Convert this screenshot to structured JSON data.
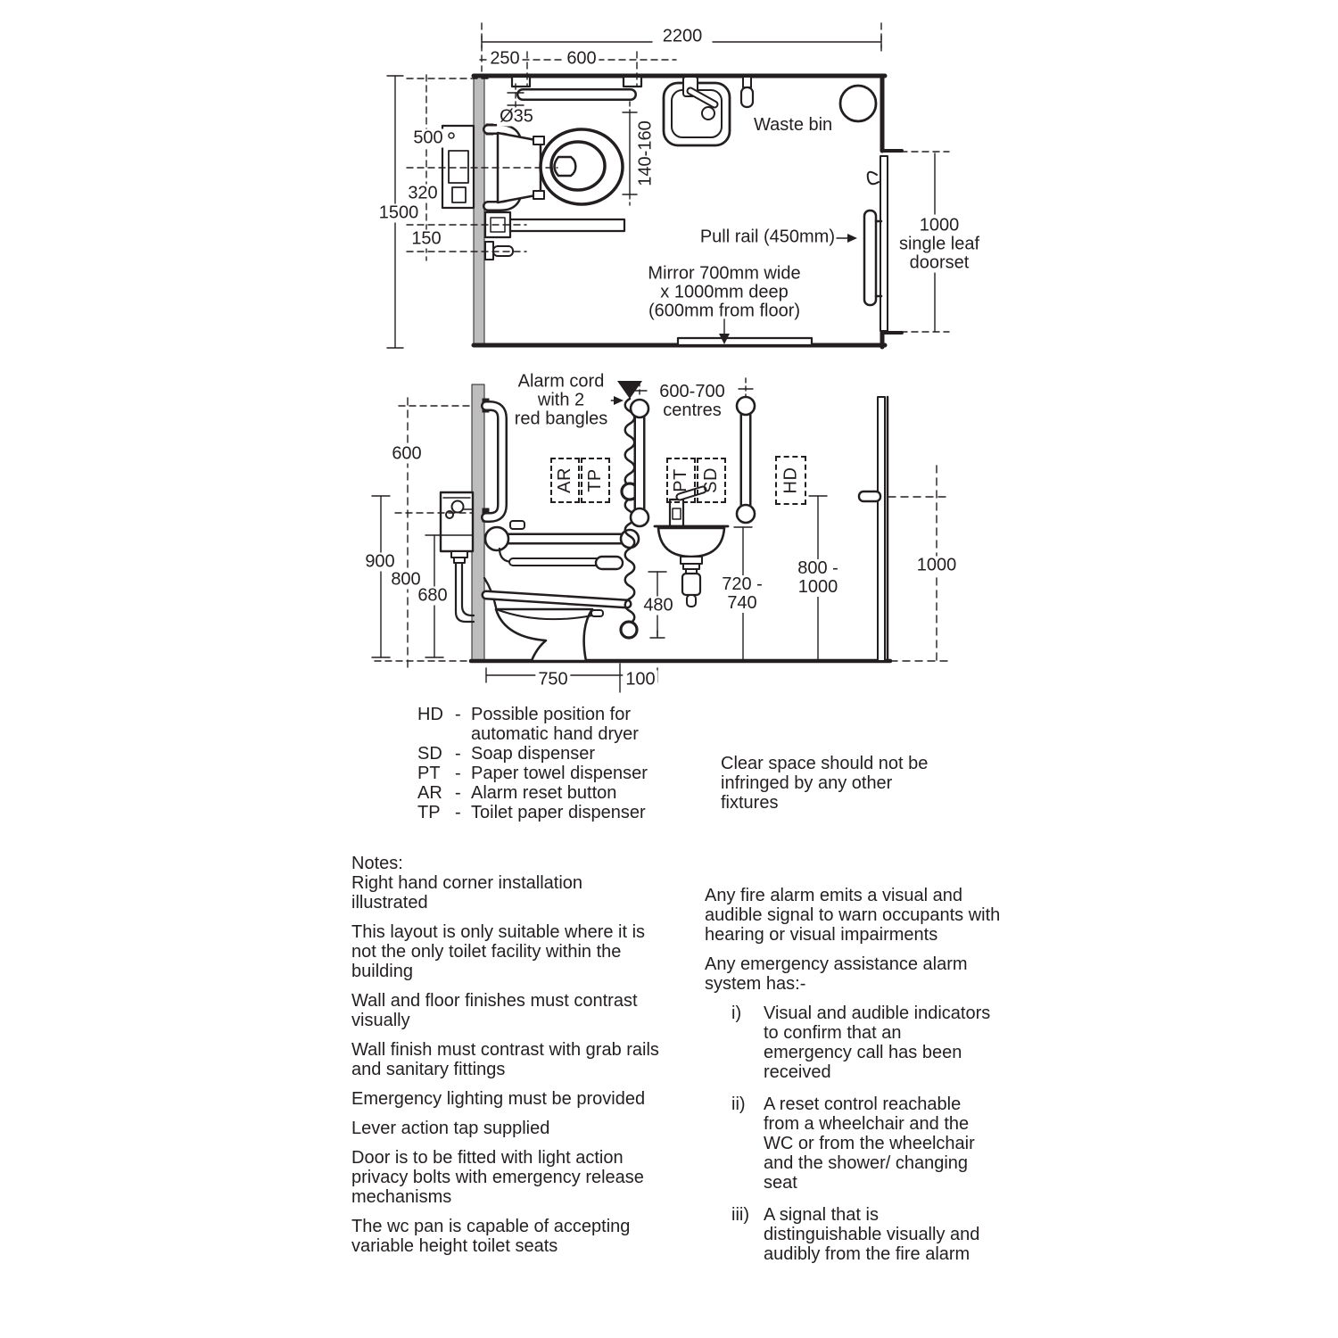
{
  "colors": {
    "ink": "#231f20",
    "wall_gray": "#bdbdbd"
  },
  "plan": {
    "dim_2200": "2200",
    "dim_250": "250",
    "dim_600": "600",
    "dim_500": "500",
    "dim_320": "320",
    "dim_1500": "1500",
    "dim_150": "150",
    "dim_dia35": "Ø35",
    "dim_140_160": "140-160",
    "waste_bin_label": "Waste bin",
    "pull_rail_label": "Pull rail (450mm)",
    "mirror_line1": "Mirror 700mm wide",
    "mirror_line2": "x 1000mm deep",
    "mirror_line3": "(600mm from floor)",
    "doorset_line1": "1000",
    "doorset_line2": "single leaf",
    "doorset_line3": "doorset"
  },
  "elevation": {
    "alarm_line1": "Alarm cord",
    "alarm_line2": "with 2",
    "alarm_line3": "red bangles",
    "centres_line1": "600-700",
    "centres_line2": "centres",
    "box_ar": "AR",
    "box_tp": "TP",
    "box_pt": "PT",
    "box_sd": "SD",
    "box_hd": "HD",
    "dim_600": "600",
    "dim_900": "900",
    "dim_800": "800",
    "dim_680": "680",
    "dim_480": "480",
    "dim_750": "750",
    "dim_100": "100",
    "dim_720_740_line1": "720 -",
    "dim_720_740_line2": "740",
    "dim_800_1000_line1": "800 -",
    "dim_800_1000_line2": "1000",
    "dim_1000": "1000"
  },
  "legend": {
    "separator": "-",
    "items": [
      {
        "code": "HD",
        "text": "Possible position for automatic hand dryer"
      },
      {
        "code": "SD",
        "text": "Soap dispenser"
      },
      {
        "code": "PT",
        "text": "Paper towel dispenser"
      },
      {
        "code": "AR",
        "text": "Alarm reset button"
      },
      {
        "code": "TP",
        "text": "Toilet paper dispenser"
      }
    ]
  },
  "clear_space_note": "Clear space should not be infringed by any other fixtures",
  "notes": {
    "title": "Notes:",
    "paragraphs": [
      "Right hand corner installation illustrated",
      "This layout is only suitable where it is not the only toilet facility within the building",
      "Wall and floor finishes must contrast visually",
      "Wall finish must contrast with grab rails and sanitary fittings",
      "Emergency lighting must be provided",
      "Lever action tap supplied",
      "Door is to be fitted with light action privacy bolts with emergency release mechanisms",
      "The wc pan is capable of accepting variable height toilet seats"
    ]
  },
  "alarm_notes": {
    "paragraphs": [
      "Any fire alarm emits a visual and audible signal to warn occupants with hearing or visual impairments",
      "Any emergency assistance alarm system has:-"
    ],
    "items": [
      {
        "marker": "i)",
        "text": "Visual and audible indicators to confirm that an emergency call has been received"
      },
      {
        "marker": "ii)",
        "text": "A reset control reachable from a wheelchair and the WC or from the wheelchair and the shower/ changing seat"
      },
      {
        "marker": "iii)",
        "text": "A signal that is distinguishable visually and audibly from the fire alarm"
      }
    ]
  }
}
